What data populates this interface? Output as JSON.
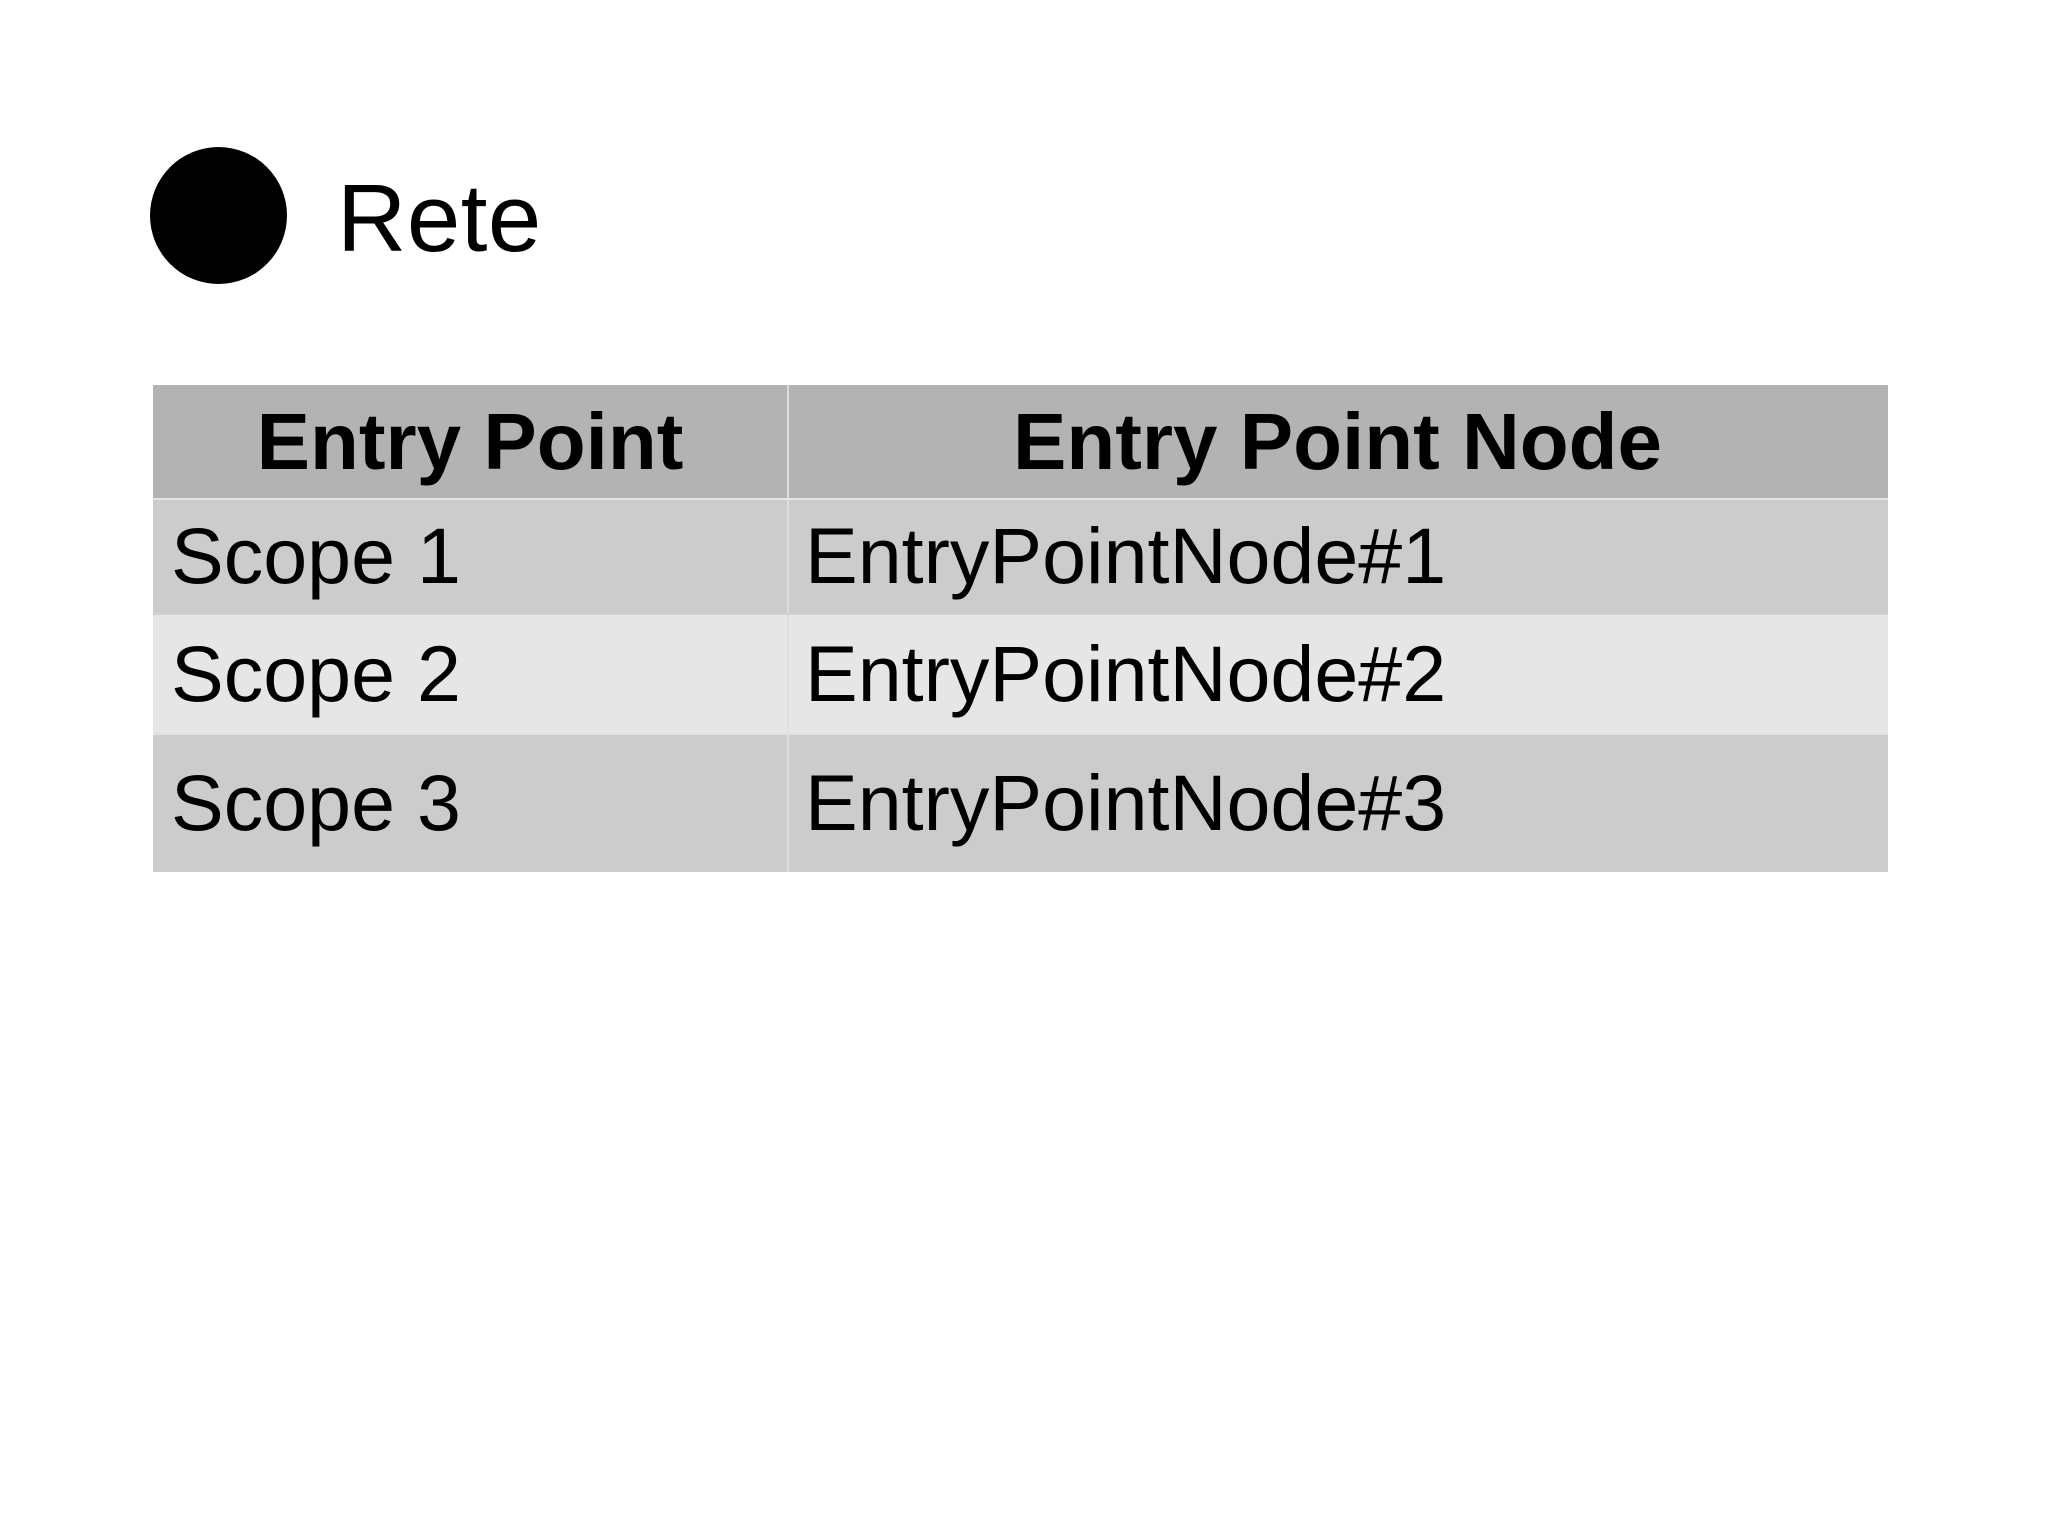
{
  "slide": {
    "background_color": "#ffffff",
    "heading": {
      "bullet_icon": "filled-circle-bullet-icon",
      "bullet_color": "#000000",
      "label": "Rete"
    }
  },
  "table": {
    "header_background": "#b3b3b3",
    "row_background_odd": "#cccccc",
    "row_background_even": "#e6e6e6",
    "text_color": "#000000",
    "columns": [
      {
        "key": "entry_point",
        "label": "Entry Point"
      },
      {
        "key": "entry_point_node",
        "label": "Entry Point Node"
      }
    ],
    "rows": [
      {
        "entry_point": "Scope 1",
        "entry_point_node": "EntryPointNode#1"
      },
      {
        "entry_point": "Scope 2",
        "entry_point_node": "EntryPointNode#2"
      },
      {
        "entry_point": "Scope 3",
        "entry_point_node": "EntryPointNode#3"
      }
    ]
  }
}
